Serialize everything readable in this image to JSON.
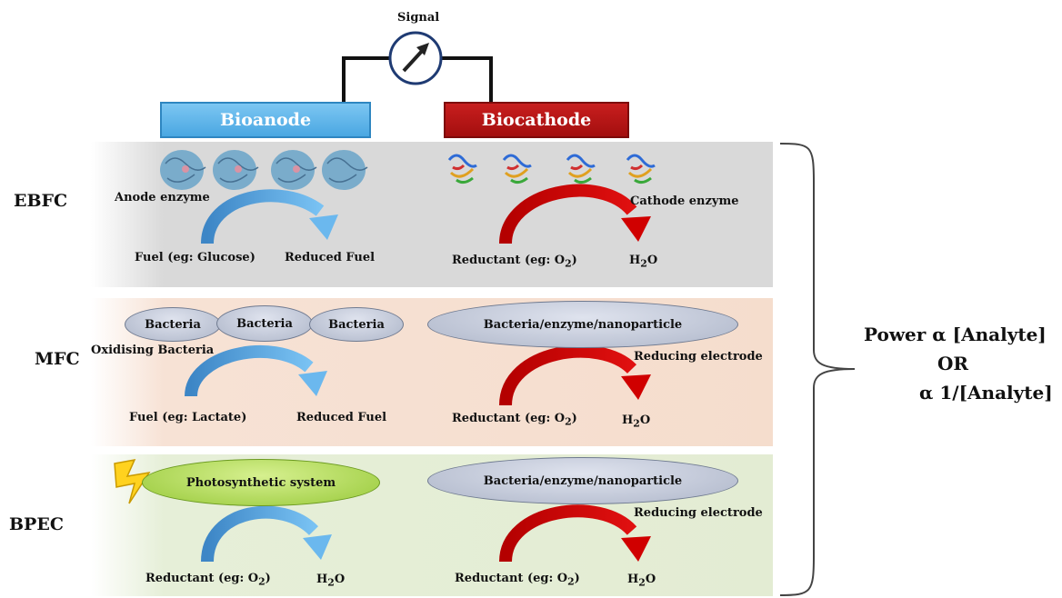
{
  "signal": {
    "label": "Signal"
  },
  "electrodes": {
    "anode": "Bioanode",
    "cathode": "Biocathode"
  },
  "rows": [
    {
      "name": "EBFC",
      "anode_catalyst_label": "Anode enzyme",
      "anode_input": "Fuel (eg: Glucose)",
      "anode_output": "Reduced Fuel",
      "cathode_catalyst_label": "Cathode enzyme",
      "cathode_input_prefix": "Reductant (eg: O",
      "cathode_input_sub": "2",
      "cathode_input_suffix": ")",
      "cathode_output_prefix": "H",
      "cathode_output_sub": "2",
      "cathode_output_suffix": "O"
    },
    {
      "name": "MFC",
      "bacteria": [
        "Bacteria",
        "Bacteria",
        "Bacteria"
      ],
      "anode_catalyst_label": "Oxidising Bacteria",
      "anode_input": "Fuel (eg: Lactate)",
      "anode_output": "Reduced Fuel",
      "cathode_oval": "Bacteria/enzyme/nanoparticle",
      "cathode_catalyst_label": "Reducing electrode",
      "cathode_input_prefix": "Reductant (eg: O",
      "cathode_input_sub": "2",
      "cathode_input_suffix": ")",
      "cathode_output_prefix": "H",
      "cathode_output_sub": "2",
      "cathode_output_suffix": "O"
    },
    {
      "name": "BPEC",
      "anode_oval": "Photosynthetic system",
      "anode_input_prefix": "Reductant (eg: O",
      "anode_input_sub": "2",
      "anode_input_suffix": ")",
      "anode_output_prefix": "H",
      "anode_output_sub": "2",
      "anode_output_suffix": "O",
      "cathode_oval": "Bacteria/enzyme/nanoparticle",
      "cathode_catalyst_label": "Reducing electrode",
      "cathode_input_prefix": "Reductant (eg: O",
      "cathode_input_sub": "2",
      "cathode_input_suffix": ")",
      "cathode_output_prefix": "H",
      "cathode_output_sub": "2",
      "cathode_output_suffix": "O"
    }
  ],
  "power": {
    "line1": "Power α [Analyte]",
    "line2": "OR",
    "line3": "α 1/[Analyte]"
  },
  "colors": {
    "anode_arrow": "#4b9ad8",
    "cathode_arrow": "#c00000",
    "ebfc_bg": "#d9d9d9",
    "mfc_bg": "#f5ddcd",
    "bpec_bg": "#e3ecd3"
  },
  "icons": [
    "meter-icon",
    "lightning-icon",
    "enzyme-structure-icon"
  ]
}
